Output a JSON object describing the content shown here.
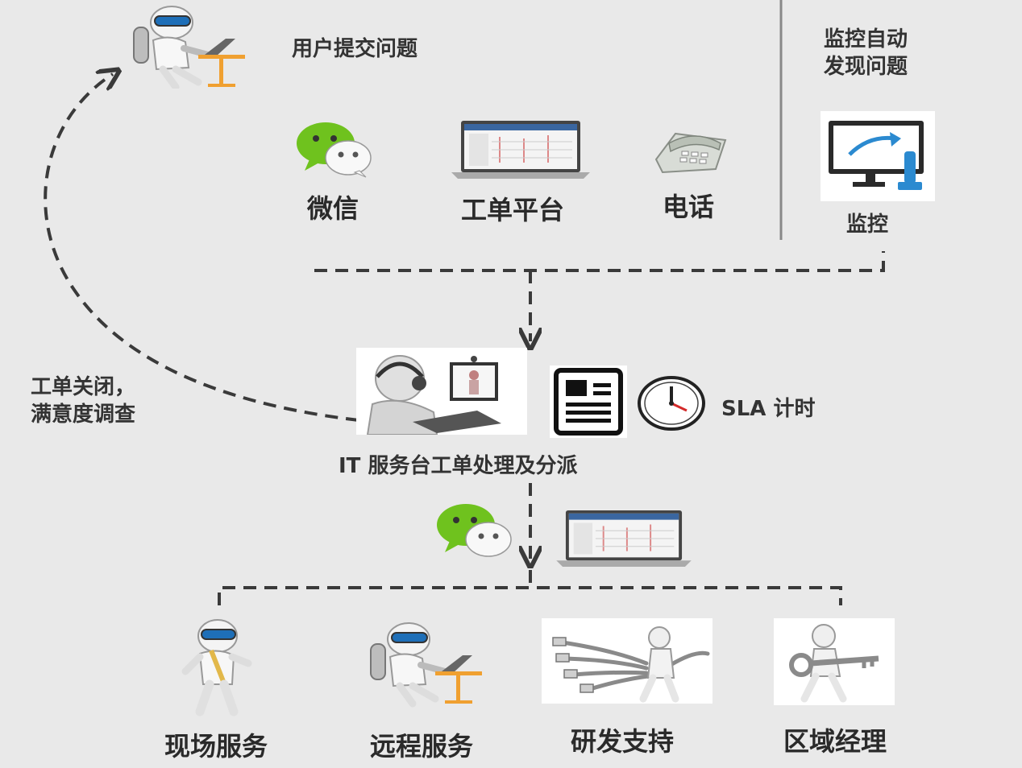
{
  "top": {
    "user_submit": "用户提交问题",
    "monitor_discover": [
      "监控自动",
      "发现问题"
    ]
  },
  "channels": {
    "wechat": "微信",
    "ticket_platform": "工单平台",
    "phone": "电话",
    "monitor": "监控"
  },
  "center": {
    "sla": "SLA 计时",
    "service_desk": "IT 服务台工单处理及分派"
  },
  "feedback": [
    "工单关闭，",
    "满意度调查"
  ],
  "bottom": {
    "onsite": "现场服务",
    "remote": "远程服务",
    "rnd": "研发支持",
    "regional": "区域经理"
  },
  "colors": {
    "background": "#e9e9e9",
    "line": "#3a3a3a",
    "wechat_green": "#6fc21e",
    "monitor_blue": "#2b8ad0",
    "clock_red": "#d42a2a",
    "visor_blue": "#1e6fb8",
    "desk_orange": "#f0a030"
  },
  "icons": [
    "user-at-laptop-icon",
    "wechat-icon",
    "ticket-platform-icon",
    "phone-icon",
    "monitor-icon",
    "service-desk-agent-icon",
    "document-icon",
    "clock-icon",
    "walking-person-icon",
    "cables-person-icon",
    "key-person-icon"
  ]
}
